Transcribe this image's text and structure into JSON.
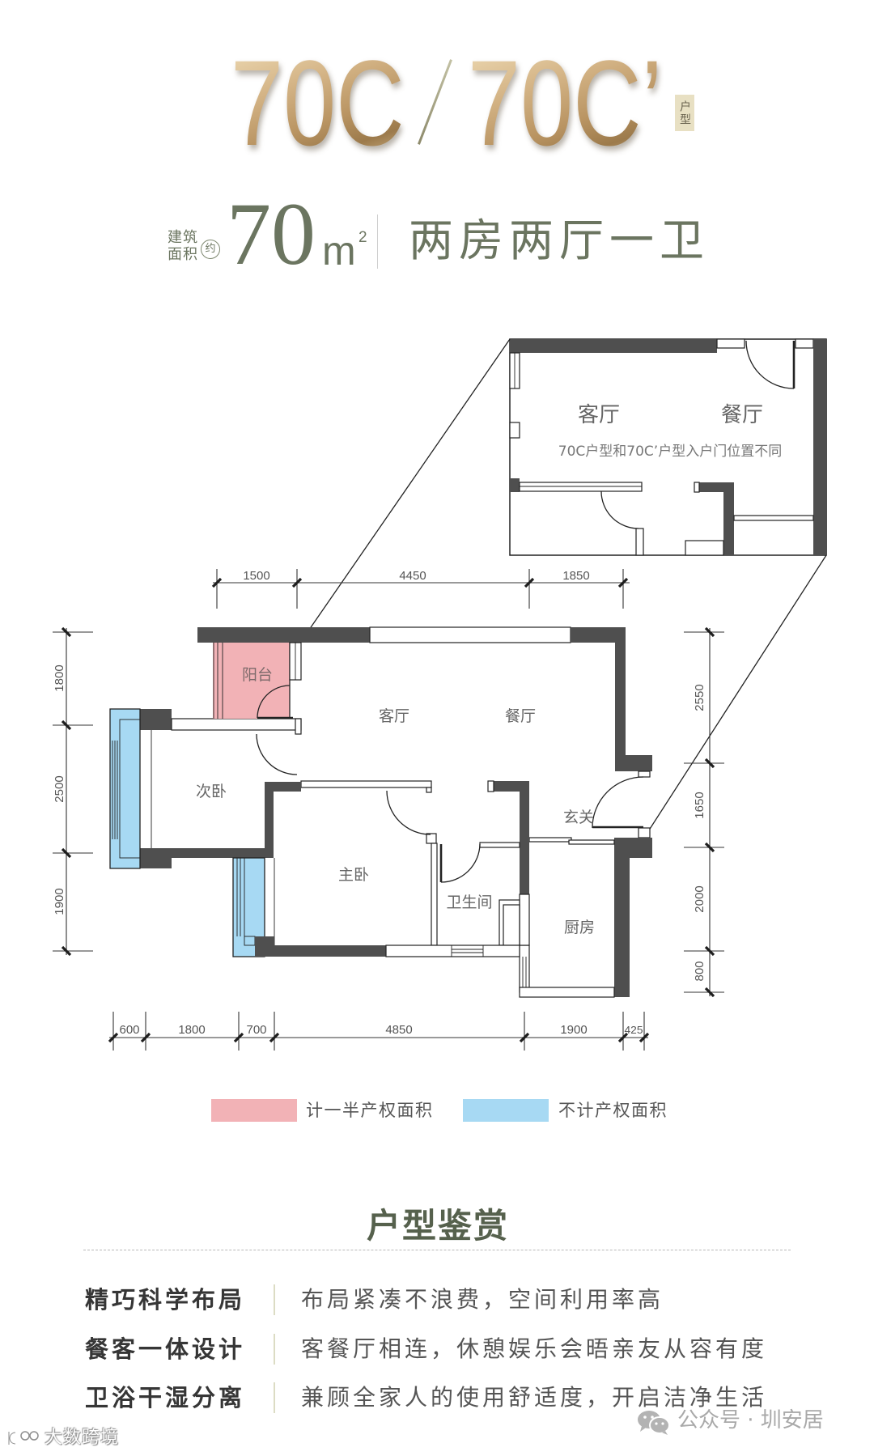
{
  "header": {
    "model_a": "70C",
    "separator": "/",
    "model_b": "70C’",
    "badge": "户型"
  },
  "summary": {
    "area_label_line1": "建筑",
    "area_label_line2": "面积",
    "approx": "约",
    "area_value": "70",
    "area_unit": "m",
    "area_unit_power": "2",
    "layout": "两房两厅一卫"
  },
  "floorplan": {
    "inset": {
      "rooms": {
        "living": "客厅",
        "dining": "餐厅"
      },
      "note": "70C户型和70C’户型入户门位置不同"
    },
    "rooms": {
      "balcony": "阳台",
      "living": "客厅",
      "dining": "餐厅",
      "second_bedroom": "次卧",
      "master_bedroom": "主卧",
      "bathroom": "卫生间",
      "foyer": "玄关",
      "kitchen": "厨房"
    },
    "dimensions_mm": {
      "top": [
        "1500",
        "4450",
        "1850"
      ],
      "bottom": [
        "600",
        "1800",
        "700",
        "4850",
        "1900",
        "425"
      ],
      "left": [
        "1800",
        "2500",
        "1900"
      ],
      "right": [
        "2550",
        "1650",
        "2000",
        "800"
      ]
    }
  },
  "legend": [
    {
      "label": "计一半产权面积",
      "color": "#f2b2b6"
    },
    {
      "label": "不计产权面积",
      "color": "#a7d9f3"
    }
  ],
  "features": {
    "title": "户型鉴赏",
    "rows": [
      {
        "label": "精巧科学布局",
        "desc": "布局紧凑不浪费，空间利用率高"
      },
      {
        "label": "餐客一体设计",
        "desc": "客餐厅相连，休憩娱乐会晤亲友从容有度"
      },
      {
        "label": "卫浴干湿分离",
        "desc": "兼顾全家人的使用舒适度，开启洁净生活"
      }
    ]
  },
  "watermarks": {
    "bottom_left": "大数跨境",
    "bottom_right": "公众号 · 圳安居"
  },
  "colors": {
    "title_gold": "#c8a878",
    "sage_text": "#6b7560",
    "heading_green": "#56614d",
    "wall": "#4f4f4f",
    "half_area_pink": "#f2b2b6",
    "excluded_area_blue": "#a7d9f3"
  }
}
